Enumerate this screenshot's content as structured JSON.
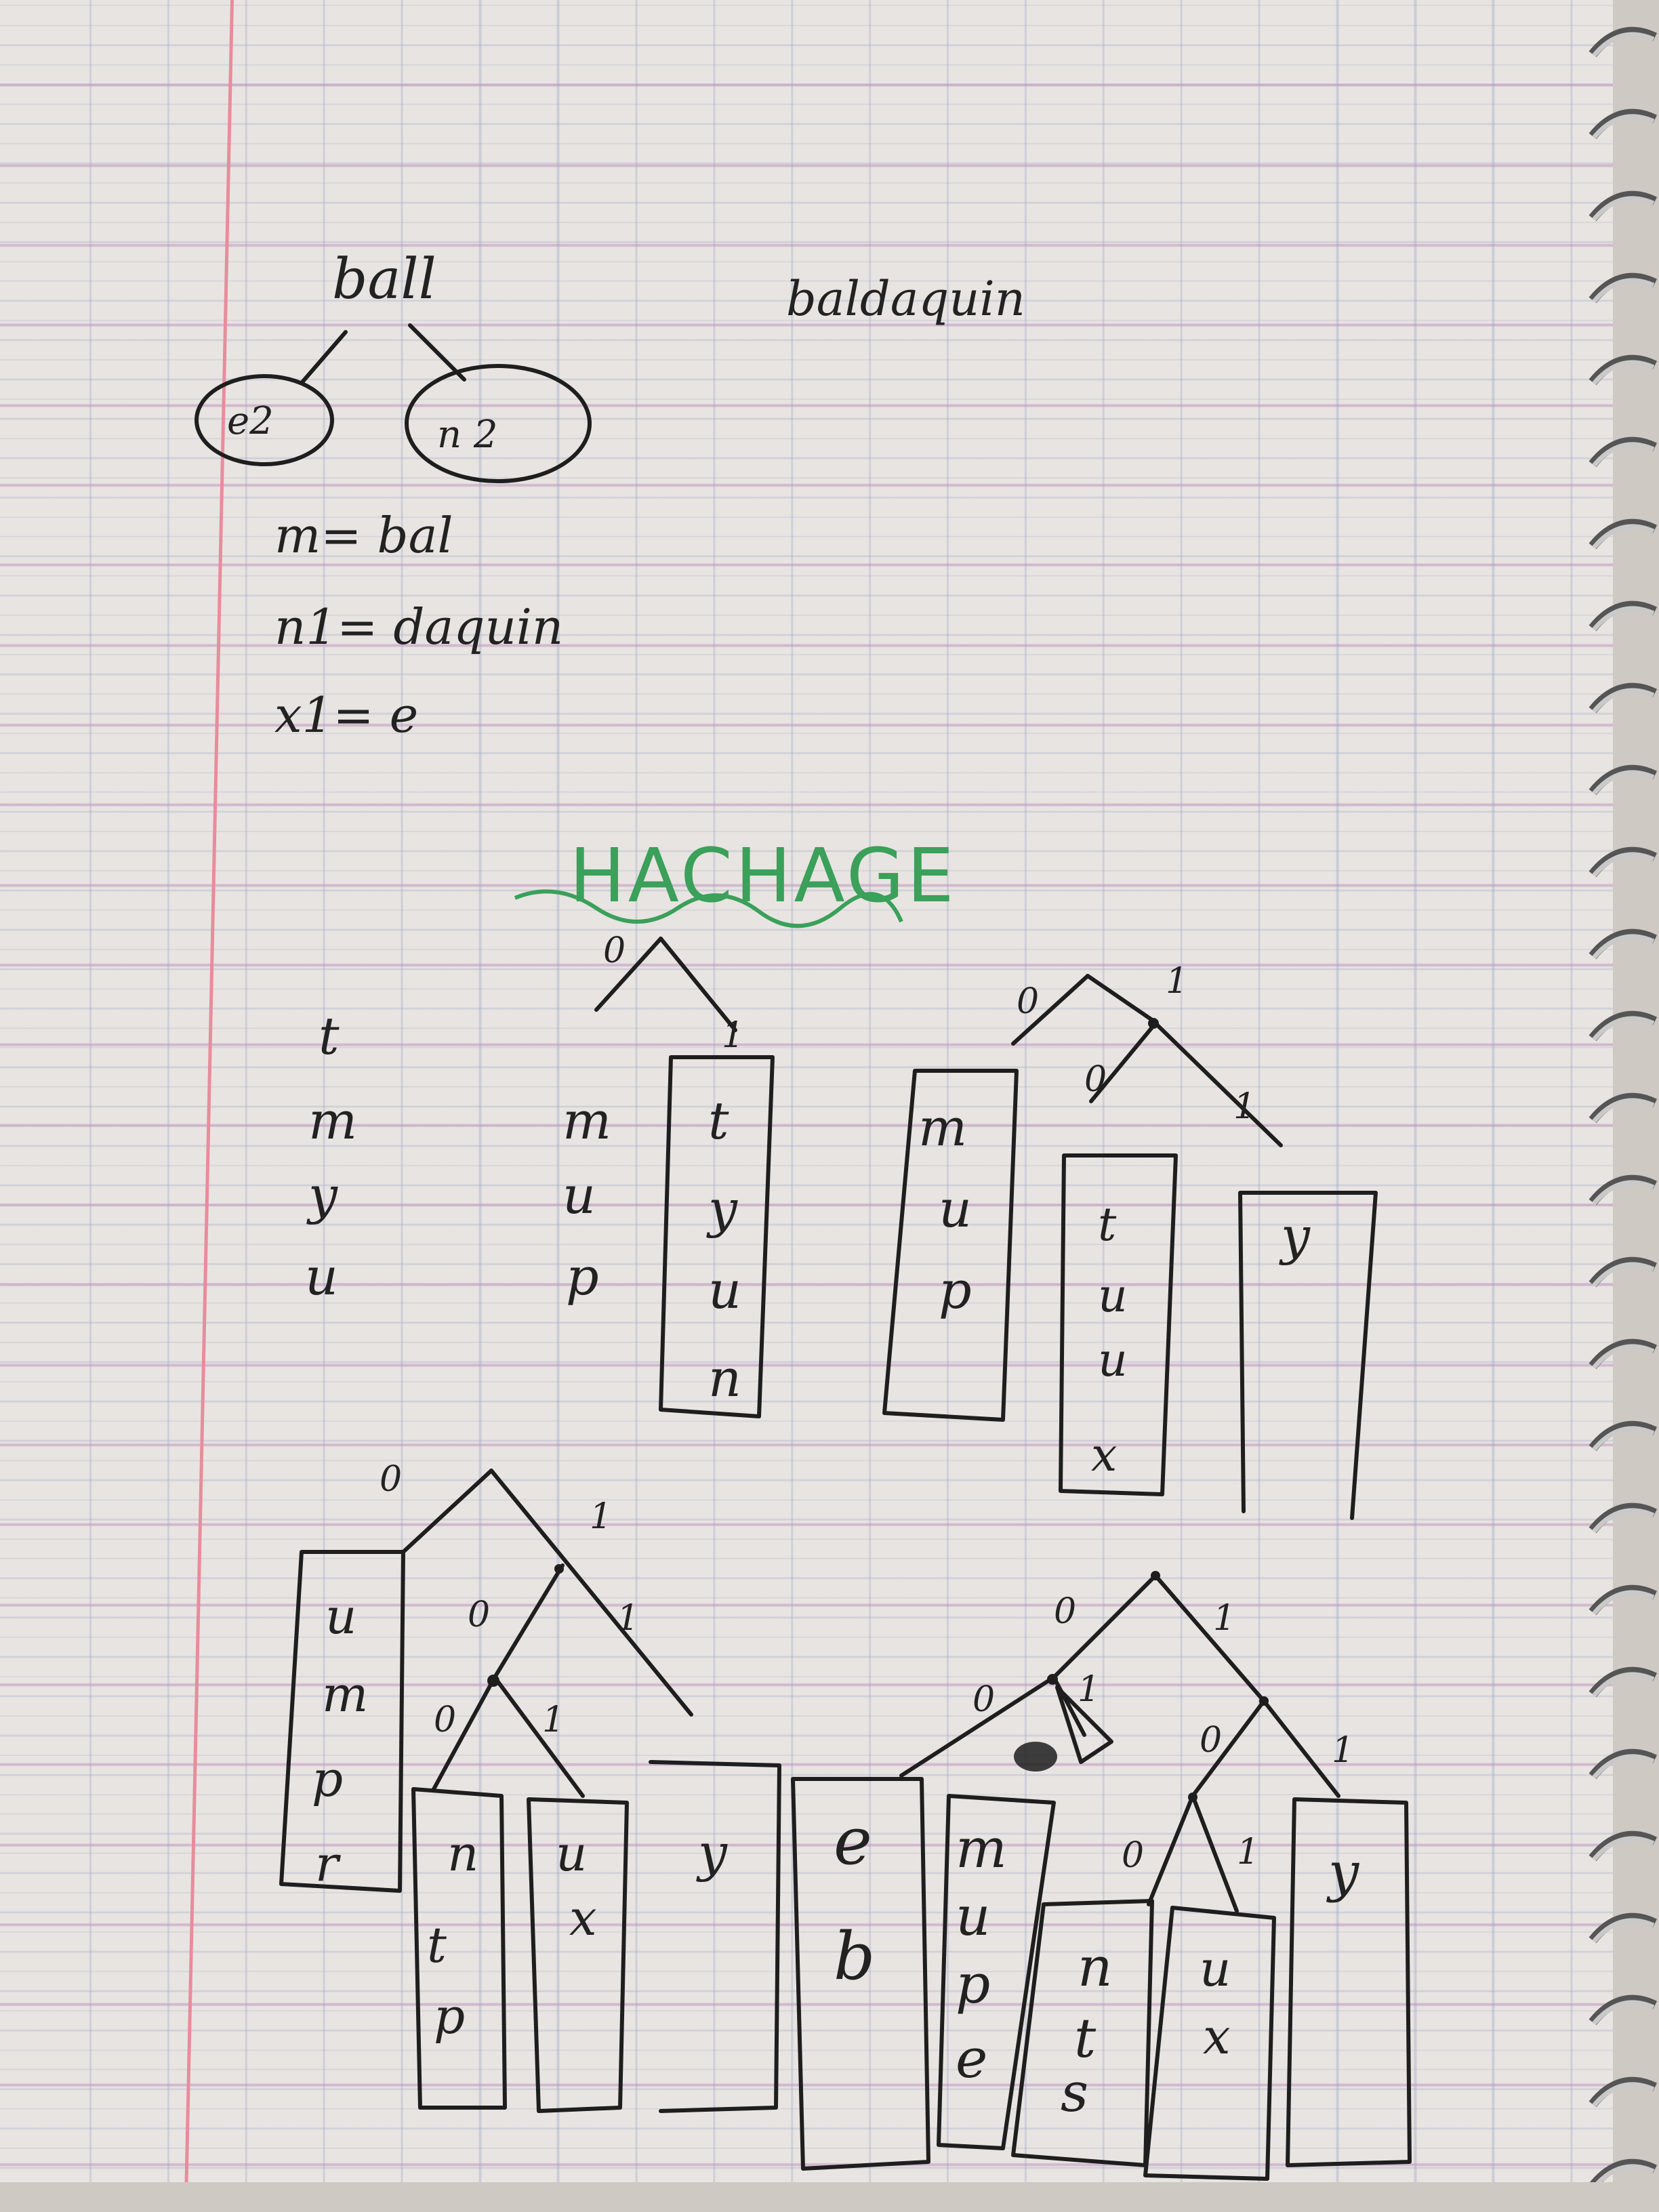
{
  "top_notes": {
    "root_word": "ball",
    "right_word": "baldaquin",
    "circle_left": "e2",
    "circle_right": "n 2",
    "line1": "m= bal",
    "line2": "n1= daquin",
    "line3": "x1= e"
  },
  "heading": "HACHAGE",
  "section1": {
    "col1": [
      "t",
      "m",
      "y",
      "u"
    ],
    "col2": [
      "m",
      "u",
      "p"
    ],
    "tree_labels": [
      "0",
      "1"
    ],
    "bucket": [
      "t",
      "y",
      "u",
      "n"
    ]
  },
  "section2": {
    "tree_labels": [
      "0",
      "1",
      "0",
      "1"
    ],
    "bucket_left": [
      "m",
      "u",
      "p"
    ],
    "bucket_mid": [
      "t",
      "u",
      "u",
      "x"
    ],
    "bucket_right": [
      "y"
    ]
  },
  "section3": {
    "tree_labels": [
      "0",
      "1",
      "0",
      "1",
      "0",
      "1"
    ],
    "bucket_a": [
      "u",
      "m",
      "p",
      "r"
    ],
    "bucket_b": [
      "n",
      "t",
      "p"
    ],
    "bucket_c": [
      "u",
      "x"
    ],
    "bucket_d": [
      "y"
    ]
  },
  "section4": {
    "tree_labels": [
      "0",
      "1",
      "0",
      "1",
      "0",
      "1",
      "0",
      "1"
    ],
    "bucket_a": [
      "e",
      "b"
    ],
    "bucket_b": [
      "m",
      "u",
      "p",
      "e"
    ],
    "bucket_c": [
      "n",
      "t",
      "s"
    ],
    "bucket_d": [
      "u",
      "x"
    ],
    "bucket_e": [
      "y"
    ]
  }
}
